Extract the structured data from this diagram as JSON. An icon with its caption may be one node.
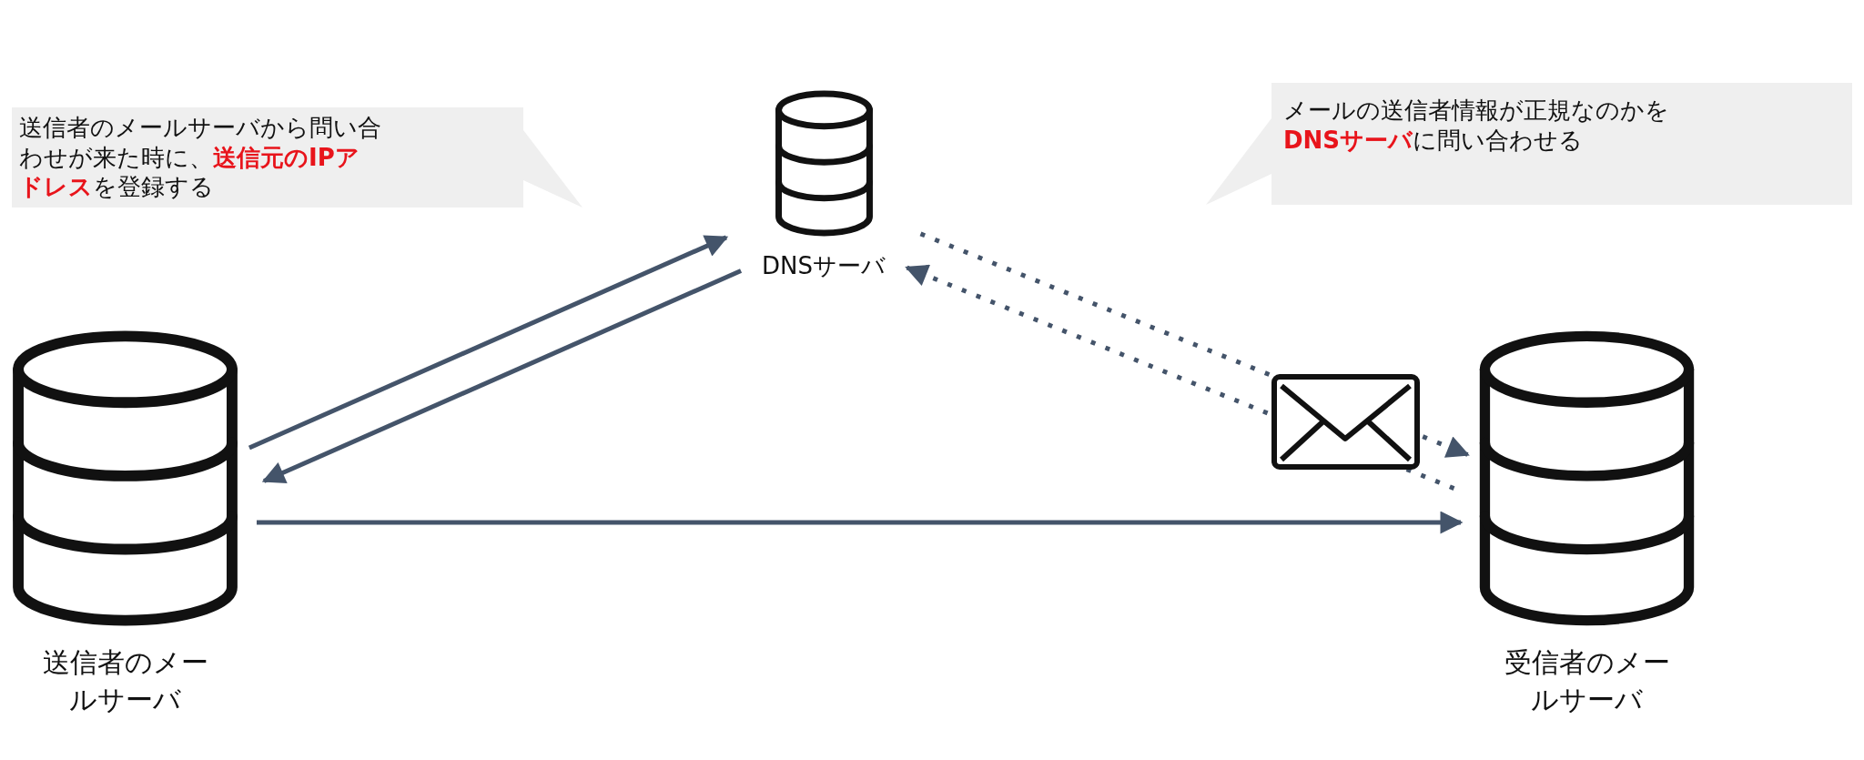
{
  "diagram": {
    "nodes": [
      {
        "text": [
          "送信者のメールサーバから問い合わせが来た時に、**送信元のIPアドレス**を登録する"
        ]
      },
      {
        "text": [
          "メールの送信者情報が正規なのかを**DNSサーバ**に問い合わせる"
        ]
      },
      {
        "text": [
          "DNSサーバ"
        ]
      },
      {
        "text": [
          "送信者のメールサーバ"
        ]
      },
      {
        "text": [
          "受信者のメールサーバ"
        ]
      }
    ],
    "edges": [
      {
        "from": 2,
        "to": 3,
        "arrow": "to"
      },
      {
        "from": 3,
        "to": 2,
        "arrow": "to"
      },
      {
        "from": 4,
        "to": 2,
        "arrow": "to",
        "style": "dashed"
      },
      {
        "from": 2,
        "to": 4,
        "arrow": "to",
        "style": "dashed"
      },
      {
        "from": 3,
        "to": 4,
        "arrow": "to"
      }
    ]
  }
}
